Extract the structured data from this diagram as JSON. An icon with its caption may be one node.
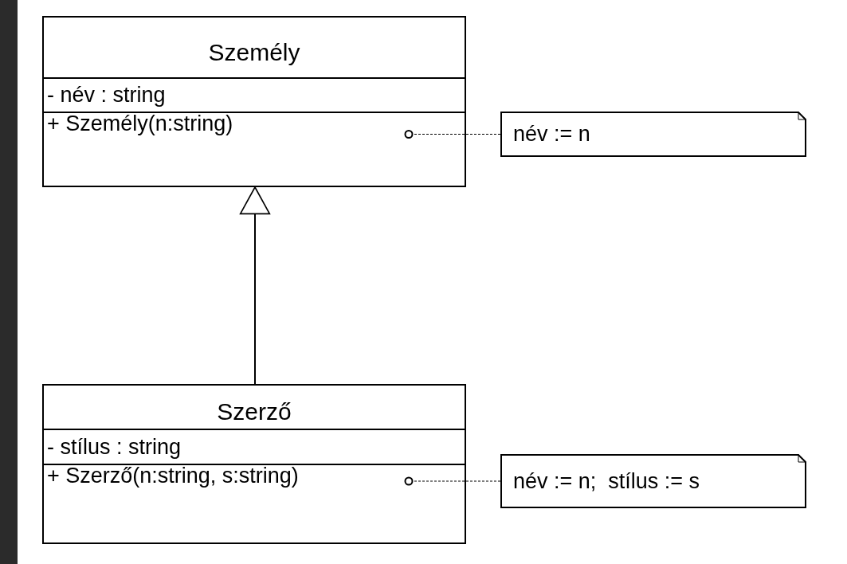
{
  "diagram": {
    "nodes": [
      {
        "text": [
          "Személy",
          "- név : string",
          "+ Személy(n:string)"
        ]
      },
      {
        "text": [
          "név := n"
        ]
      },
      {
        "text": [
          "Szerző",
          "- stílus : string",
          "+ Szerző(n:string, s:string)"
        ]
      },
      {
        "text": [
          "név := n;  stílus := s"
        ]
      }
    ],
    "edges": [
      {
        "from": 2,
        "to": 0,
        "arrow": "to"
      },
      {
        "from": 1,
        "to": 0,
        "arrow": "other",
        "style": "dashed"
      },
      {
        "from": 3,
        "to": 2,
        "arrow": "other",
        "style": "dashed"
      }
    ]
  }
}
